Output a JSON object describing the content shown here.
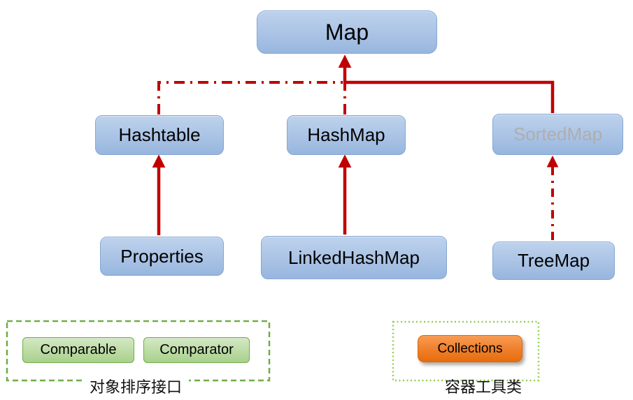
{
  "nodes": {
    "map": "Map",
    "hashtable": "Hashtable",
    "hashmap": "HashMap",
    "sortedmap": "SortedMap",
    "properties": "Properties",
    "linkedhashmap": "LinkedHashMap",
    "treemap": "TreeMap"
  },
  "edges": [
    {
      "from": "Hashtable",
      "to": "Map",
      "style": "dash-dot"
    },
    {
      "from": "HashMap",
      "to": "Map",
      "style": "dash-dot"
    },
    {
      "from": "SortedMap",
      "to": "Map",
      "style": "solid"
    },
    {
      "from": "Properties",
      "to": "Hashtable",
      "style": "solid"
    },
    {
      "from": "LinkedHashMap",
      "to": "HashMap",
      "style": "solid"
    },
    {
      "from": "TreeMap",
      "to": "SortedMap",
      "style": "dash-dot"
    }
  ],
  "groups": {
    "sorting_interfaces": {
      "caption": "对象排序接口",
      "items": {
        "comparable": "Comparable",
        "comparator": "Comparator"
      }
    },
    "utility_classes": {
      "caption": "容器工具类",
      "items": {
        "collections": "Collections"
      }
    }
  },
  "colors": {
    "arrow_red": "#c00000",
    "node_blue_fill_top": "#bdd2ec",
    "node_blue_fill_bottom": "#97b6de",
    "node_blue_border": "#85a7d3",
    "sortedmap_gray_text": "#aeaeae",
    "green_fill": "#a9d08e",
    "green_border": "#70ad47",
    "group_dashed_border": "#70ad47",
    "group_dotted_border": "#92d050",
    "orange_fill_top": "#f89c55",
    "orange_fill_bottom": "#e76c0d"
  }
}
